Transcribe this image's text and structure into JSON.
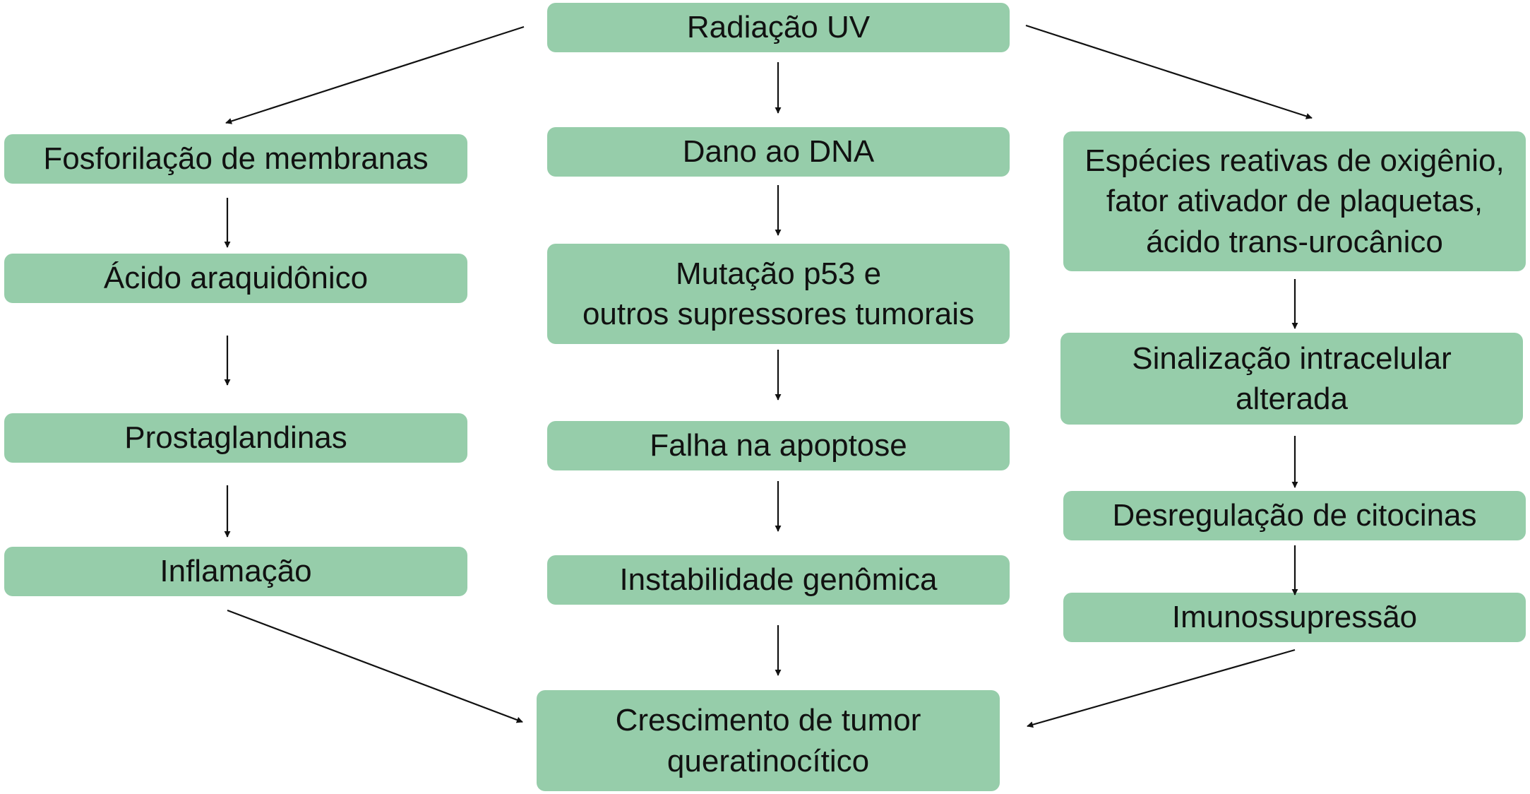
{
  "nodes": {
    "uv": {
      "lines": [
        "Radiação UV"
      ]
    },
    "left": [
      {
        "lines": [
          "Fosforilação de membranas"
        ]
      },
      {
        "lines": [
          "Ácido araquidônico"
        ]
      },
      {
        "lines": [
          "Prostaglandinas"
        ]
      },
      {
        "lines": [
          "Inflamação"
        ]
      }
    ],
    "center": [
      {
        "lines": [
          "Dano ao DNA"
        ]
      },
      {
        "lines": [
          "Mutação p53 e",
          "outros supressores tumorais"
        ]
      },
      {
        "lines": [
          "Falha na apoptose"
        ]
      },
      {
        "lines": [
          "Instabilidade genômica"
        ]
      }
    ],
    "right": [
      {
        "lines": [
          "Espécies reativas de oxigênio,",
          "fator ativador de plaquetas,",
          "ácido trans-urocânico"
        ]
      },
      {
        "lines": [
          "Sinalização intracelular",
          "alterada"
        ]
      },
      {
        "lines": [
          "Desregulação de citocinas"
        ]
      },
      {
        "lines": [
          "Imunossupressão"
        ]
      }
    ],
    "tumor": {
      "lines": [
        "Crescimento de tumor",
        "queratinocítico"
      ]
    }
  },
  "colors": {
    "box_fill": "#96cdaa",
    "text": "#111111",
    "arrow": "#111111"
  }
}
